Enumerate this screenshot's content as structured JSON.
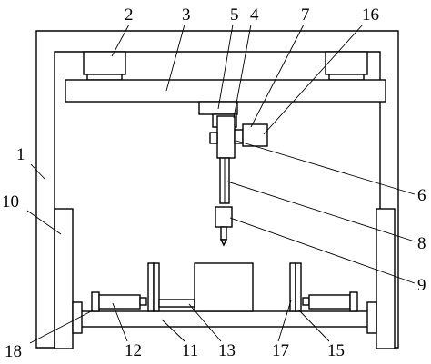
{
  "callouts": [
    {
      "label": "1"
    },
    {
      "label": "2"
    },
    {
      "label": "3"
    },
    {
      "label": "4"
    },
    {
      "label": "5"
    },
    {
      "label": "6"
    },
    {
      "label": "7"
    },
    {
      "label": "8"
    },
    {
      "label": "9"
    },
    {
      "label": "10"
    },
    {
      "label": "11"
    },
    {
      "label": "12"
    },
    {
      "label": "13"
    },
    {
      "label": "15"
    },
    {
      "label": "16"
    },
    {
      "label": "17"
    },
    {
      "label": "18"
    }
  ]
}
